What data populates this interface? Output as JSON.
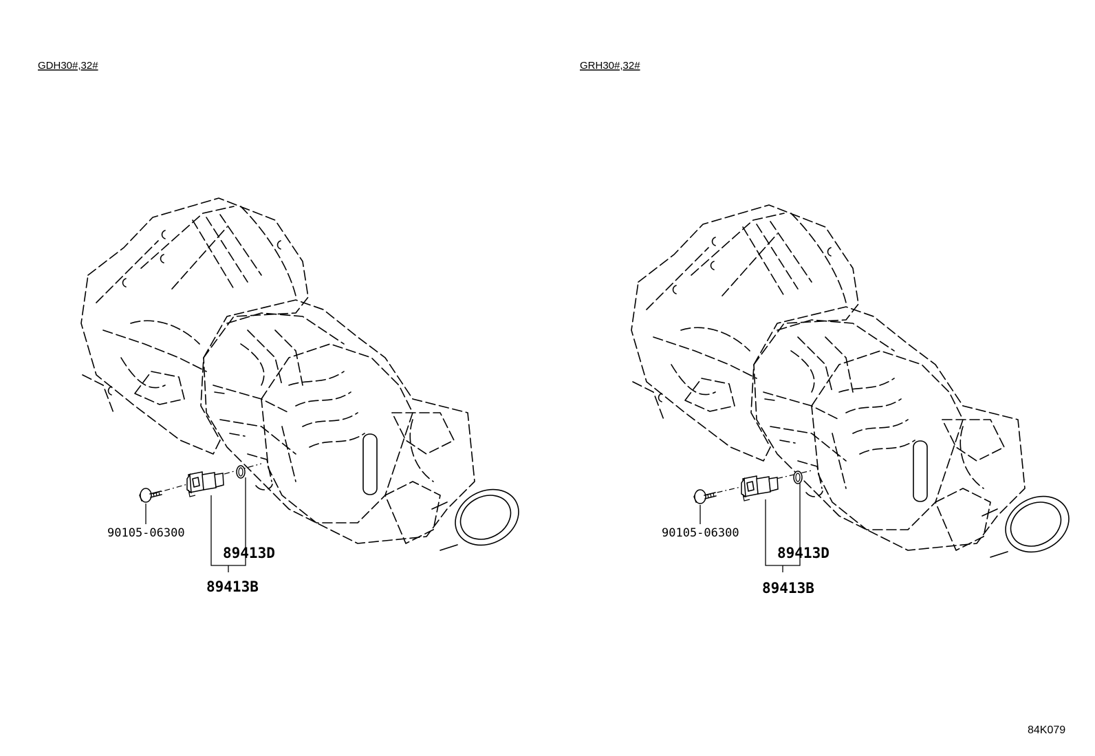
{
  "panels": [
    {
      "title": "GDH30#,32#",
      "callouts": {
        "bolt": "90105-06300",
        "oring": "89413D",
        "sensor_assy": "89413B"
      }
    },
    {
      "title": "GRH30#,32#",
      "callouts": {
        "bolt": "90105-06300",
        "oring": "89413D",
        "sensor_assy": "89413B"
      }
    }
  ],
  "figure_code": "84K079"
}
